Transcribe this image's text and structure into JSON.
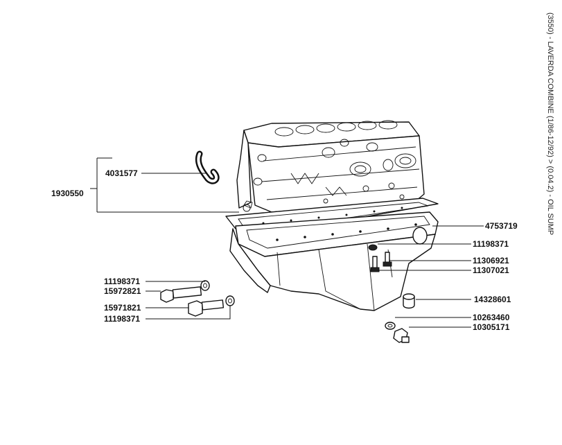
{
  "title": "(3550) - LAVERDA COMBINE (1/86-12/92) > (0.04.2) - OIL SUMP",
  "part_numbers": {
    "assembly": "1930550",
    "hose": "4031577",
    "gasket": "4753719",
    "washer_right": "11198371",
    "stud_a": "11306921",
    "stud_b": "11307021",
    "plug": "14328601",
    "drain_washer": "10263460",
    "drain_bolt": "10305171",
    "washer_top_left": "11198371",
    "bolt_long": "15972821",
    "bolt_short": "15971821",
    "washer_bottom_left": "11198371"
  }
}
